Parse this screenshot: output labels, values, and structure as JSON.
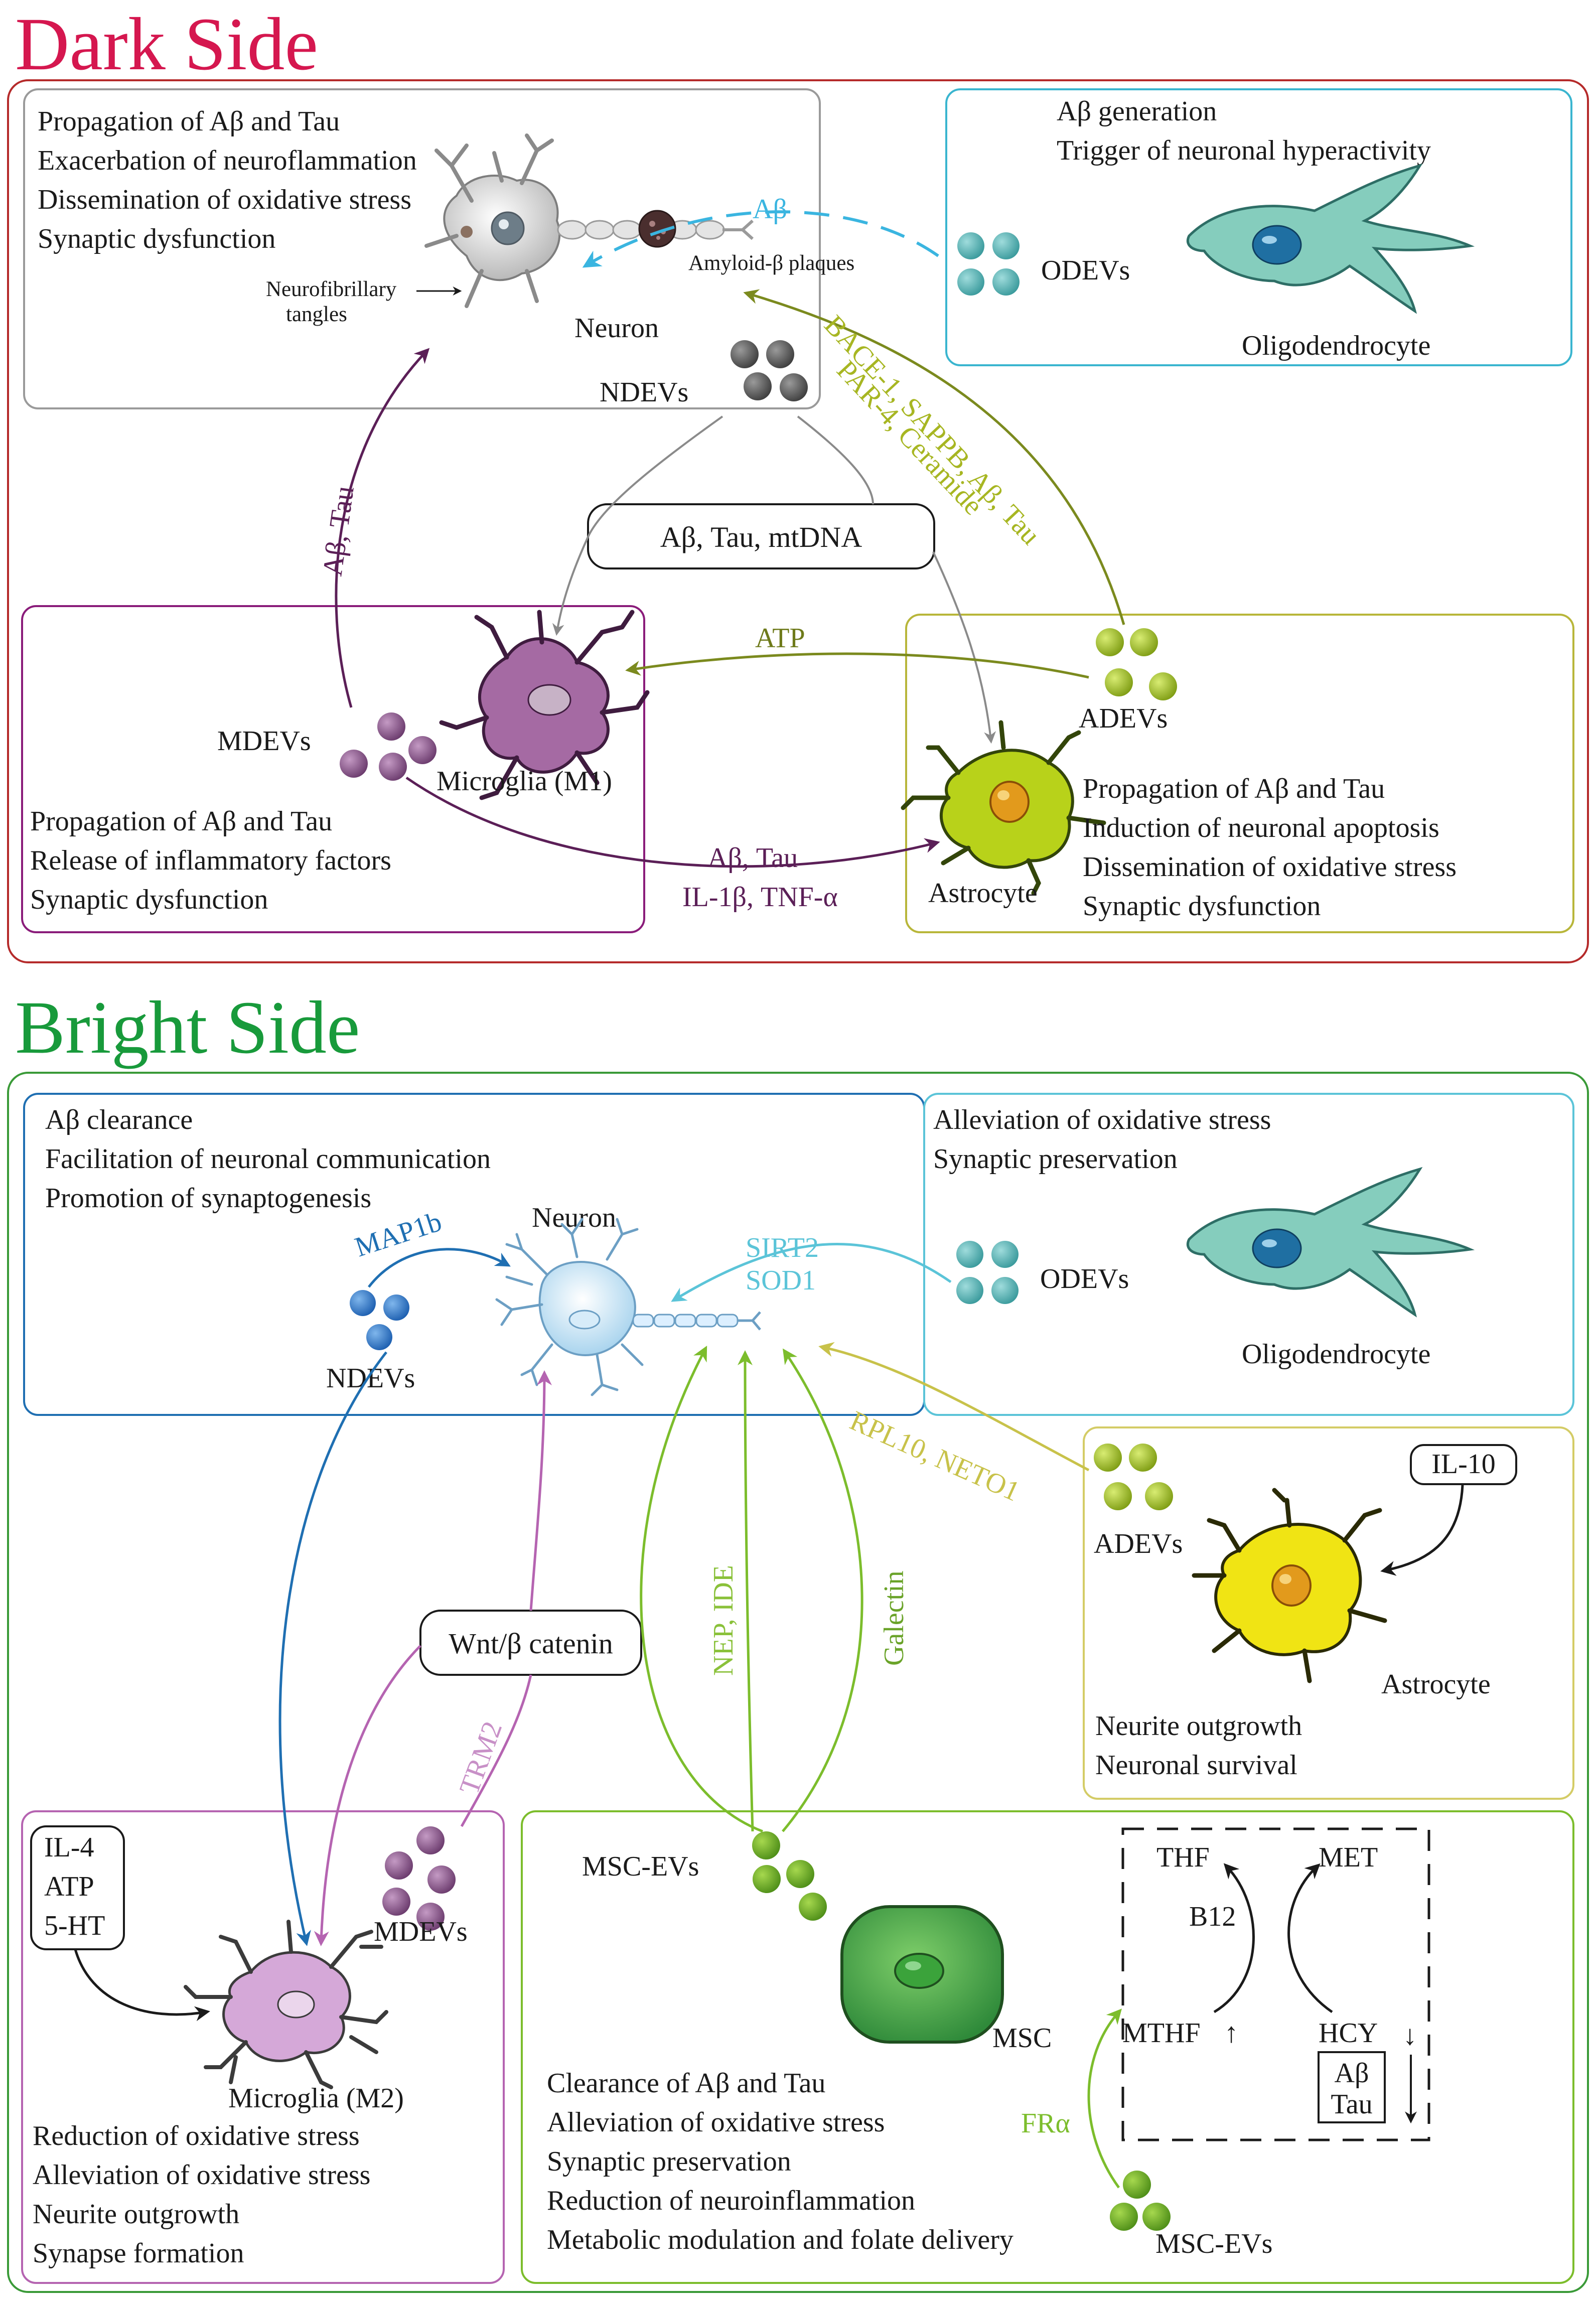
{
  "dark_side": {
    "title": "Dark Side",
    "neuron_panel": {
      "items": [
        "Propagation of Aβ and Tau",
        "Exacerbation of neuroflammation",
        "Dissemination of oxidative stress",
        "Synaptic dysfunction"
      ],
      "neuron_label": "Neuron",
      "tangles_label_1": "Neurofibrillary",
      "tangles_label_2": "tangles",
      "plaques_label": "Amyloid-β plaques",
      "ndevs_label": "NDEVs"
    },
    "oligo_panel": {
      "items": [
        "Aβ generation",
        "Trigger of neuronal hyperactivity"
      ],
      "odevs_label": "ODEVs",
      "cell_label": "Oligodendrocyte"
    },
    "microglia_panel": {
      "items": [
        "Propagation of Aβ and Tau",
        "Release of inflammatory factors",
        "Synaptic dysfunction"
      ],
      "mdevs_label": "MDEVs",
      "cell_label": "Microglia (M1)"
    },
    "astrocyte_panel": {
      "items": [
        "Propagation of Aβ and Tau",
        "Induction of neuronal apoptosis",
        "Dissemination of oxidative stress",
        "Synaptic dysfunction"
      ],
      "adevs_label": "ADEVs",
      "cell_label": "Astrocyte"
    },
    "cargo_box": "Aβ, Tau, mtDNA",
    "arrow_labels": {
      "abeta_dashed": "Aβ",
      "mdevs_to_neuron": "Aβ,  Tau",
      "atp": "ATP",
      "mdevs_to_astro_1": "Aβ, Tau",
      "mdevs_to_astro_2": "IL-1β, TNF-α",
      "adevs_to_neuron_1": "BACE-1, SAPPB, Aβ, Tau",
      "adevs_to_neuron_2": "PAR-4,  Ceramide"
    }
  },
  "bright_side": {
    "title": "Bright Side",
    "neuron_panel": {
      "items": [
        "Aβ clearance",
        "Facilitation of neuronal communication",
        "Promotion of synaptogenesis"
      ],
      "neuron_label": "Neuron",
      "ndevs_label": "NDEVs",
      "map_label": "MAP1b",
      "sirt_label": "SIRT2",
      "sod_label": "SOD1"
    },
    "oligo_panel": {
      "items": [
        "Alleviation of oxidative stress",
        "Synaptic preservation"
      ],
      "odevs_label": "ODEVs",
      "cell_label": "Oligodendrocyte"
    },
    "astrocyte_panel": {
      "il10": "IL-10",
      "adevs_label": "ADEVs",
      "cell_label": "Astrocyte",
      "items": [
        "Neurite outgrowth",
        "Neuronal survival"
      ]
    },
    "microglia_panel": {
      "inputs": [
        "IL-4",
        "ATP",
        "5-HT"
      ],
      "mdevs_label": "MDEVs",
      "cell_label": "Microglia (M2)",
      "items": [
        "Reduction of oxidative stress",
        "Alleviation of oxidative stress",
        "Neurite outgrowth",
        "Synapse formation"
      ]
    },
    "msc_panel": {
      "msc_evs_label": "MSC-EVs",
      "msc_label": "MSC",
      "msc_evs_bottom": "MSC-EVs",
      "fra_label": "FRα",
      "items": [
        "Clearance of Aβ and Tau",
        "Alleviation of oxidative stress",
        "Synaptic preservation",
        "Reduction of neuroinflammation",
        "Metabolic modulation and folate delivery"
      ],
      "cycle": {
        "thf": "THF",
        "met": "MET",
        "b12": "B12",
        "mthf": "MTHF",
        "hcy": "HCY",
        "up_arrow": "↑",
        "down_arrow": "↓",
        "box_1": "Aβ",
        "box_2": "Tau"
      }
    },
    "wnt_box": "Wnt/β catenin",
    "arrow_labels": {
      "trm2": "TRM2",
      "nep_ide": "NEP, IDE",
      "galectin": "Galectin",
      "rpl10": "RPL10,  NETO1"
    }
  },
  "colors": {
    "dark_title": "#d5174f",
    "bright_title": "#189a3b",
    "dark_frame": "#b52a2a",
    "bright_frame": "#3a9a38",
    "neuron_grey": "#8a8a8a",
    "oligo_cyan": "#3ab5cf",
    "microglia_purple": "#8a1c7a",
    "microglia_dark": "#5b1f57",
    "astro_olive": "#b8b63a",
    "astro_arrow": "#7b8a1e",
    "astro_text": "#a7b622",
    "bright_neuron_blue": "#1f6fb2",
    "msc_green": "#7cbd2c",
    "m2_pink": "#b564b1"
  }
}
